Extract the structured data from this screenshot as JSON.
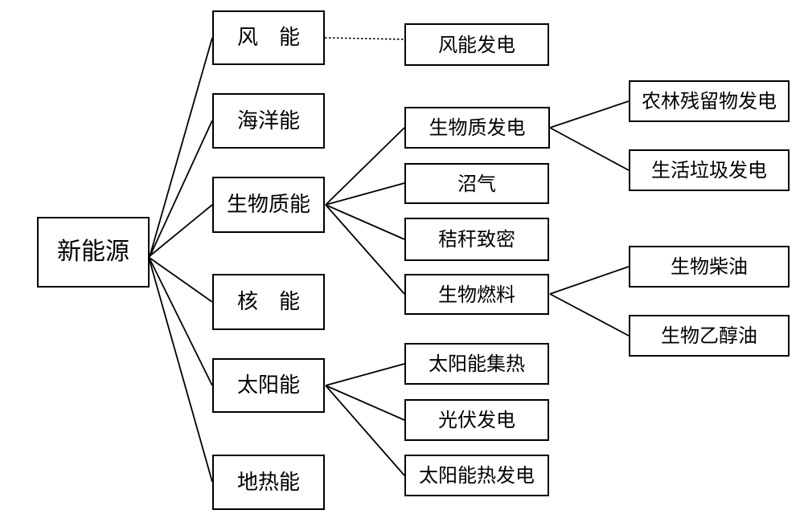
{
  "diagram": {
    "type": "tree",
    "background_color": "#ffffff",
    "line_color": "#000000",
    "box_border_color": "#000000",
    "box_fill_color": "#ffffff",
    "text_color": "#000000",
    "nodes": [
      {
        "id": "root",
        "level": 0,
        "label": "新能源"
      },
      {
        "id": "wind",
        "level": 1,
        "label": "风　能"
      },
      {
        "id": "ocean",
        "level": 1,
        "label": "海洋能"
      },
      {
        "id": "biomass",
        "level": 1,
        "label": "生物质能"
      },
      {
        "id": "nuclear",
        "level": 1,
        "label": "核　能"
      },
      {
        "id": "solar",
        "level": 1,
        "label": "太阳能"
      },
      {
        "id": "geothermal",
        "level": 1,
        "label": "地热能"
      },
      {
        "id": "wind-power",
        "level": 2,
        "label": "风能发电"
      },
      {
        "id": "biomass-power",
        "level": 2,
        "label": "生物质发电"
      },
      {
        "id": "biogas",
        "level": 2,
        "label": "沼气"
      },
      {
        "id": "straw-densify",
        "level": 2,
        "label": "秸秆致密"
      },
      {
        "id": "biofuel",
        "level": 2,
        "label": "生物燃料"
      },
      {
        "id": "solar-collect",
        "level": 2,
        "label": "太阳能集热"
      },
      {
        "id": "pv-power",
        "level": 2,
        "label": "光伏发电"
      },
      {
        "id": "solar-thermal",
        "level": 2,
        "label": "太阳能热发电"
      },
      {
        "id": "agro-residue",
        "level": 3,
        "label": "农林残留物发电"
      },
      {
        "id": "waste-power",
        "level": 3,
        "label": "生活垃圾发电"
      },
      {
        "id": "biodiesel",
        "level": 3,
        "label": "生物柴油"
      },
      {
        "id": "bioethanol",
        "level": 3,
        "label": "生物乙醇油"
      }
    ],
    "edges": [
      {
        "from": "root",
        "to": "wind",
        "style": "solid"
      },
      {
        "from": "root",
        "to": "ocean",
        "style": "solid"
      },
      {
        "from": "root",
        "to": "biomass",
        "style": "solid"
      },
      {
        "from": "root",
        "to": "nuclear",
        "style": "solid"
      },
      {
        "from": "root",
        "to": "solar",
        "style": "solid"
      },
      {
        "from": "root",
        "to": "geothermal",
        "style": "solid"
      },
      {
        "from": "wind",
        "to": "wind-power",
        "style": "dotted"
      },
      {
        "from": "biomass",
        "to": "biomass-power",
        "style": "solid"
      },
      {
        "from": "biomass",
        "to": "biogas",
        "style": "solid"
      },
      {
        "from": "biomass",
        "to": "straw-densify",
        "style": "solid"
      },
      {
        "from": "biomass",
        "to": "biofuel",
        "style": "solid"
      },
      {
        "from": "biomass-power",
        "to": "agro-residue",
        "style": "solid"
      },
      {
        "from": "biomass-power",
        "to": "waste-power",
        "style": "solid"
      },
      {
        "from": "biofuel",
        "to": "biodiesel",
        "style": "solid"
      },
      {
        "from": "biofuel",
        "to": "bioethanol",
        "style": "solid"
      },
      {
        "from": "solar",
        "to": "solar-collect",
        "style": "solid"
      },
      {
        "from": "solar",
        "to": "pv-power",
        "style": "solid"
      },
      {
        "from": "solar",
        "to": "solar-thermal",
        "style": "solid"
      }
    ]
  }
}
